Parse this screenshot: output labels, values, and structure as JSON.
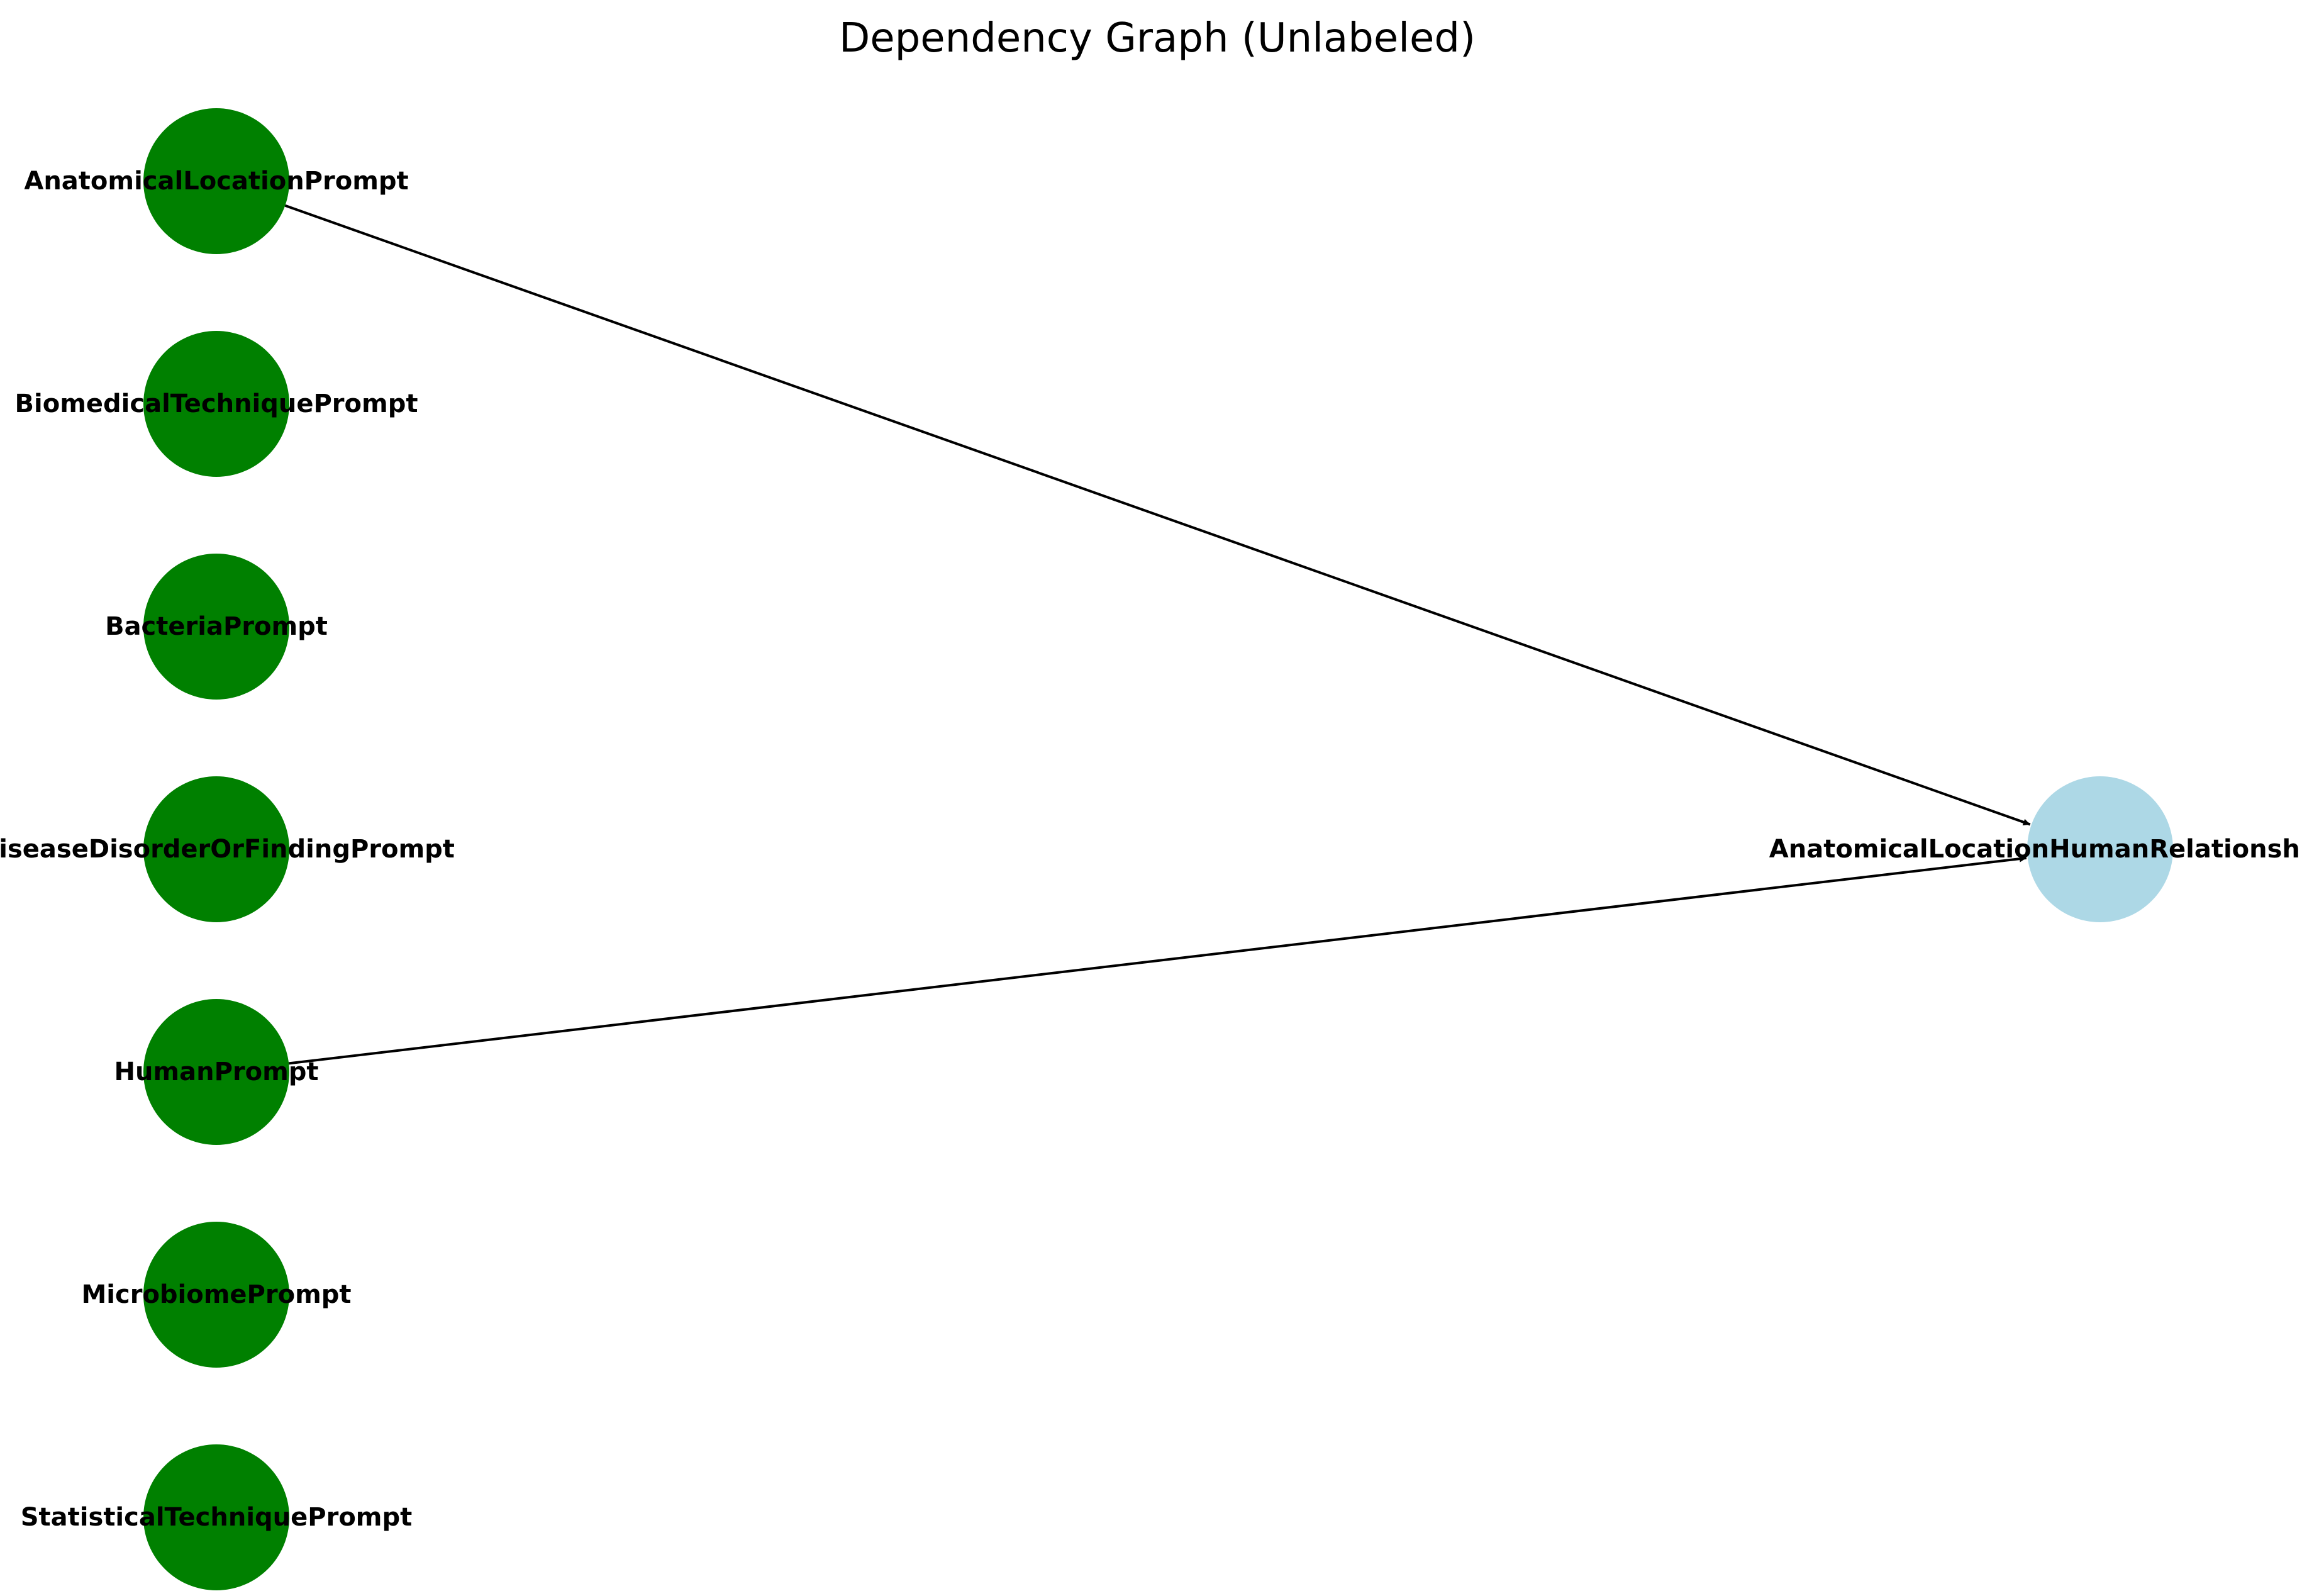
{
  "title": "Dependency Graph (Unlabeled)",
  "colors": {
    "source_node": "#008000",
    "target_node": "#add8e6",
    "edge": "#000000"
  },
  "nodes": [
    {
      "id": "anatomical-location",
      "label": "AnatomicalLocationPrompt",
      "role": "source"
    },
    {
      "id": "biomedical-technique",
      "label": "BiomedicalTechniquePrompt",
      "role": "source"
    },
    {
      "id": "bacteria",
      "label": "BacteriaPrompt",
      "role": "source"
    },
    {
      "id": "disease-disorder",
      "label": "DiseaseDisorderOrFindingPrompt",
      "role": "source"
    },
    {
      "id": "human",
      "label": "HumanPrompt",
      "role": "source"
    },
    {
      "id": "microbiome",
      "label": "MicrobiomePrompt",
      "role": "source"
    },
    {
      "id": "statistical-technique",
      "label": "StatisticalTechniquePrompt",
      "role": "source"
    },
    {
      "id": "anatomical-location-human-relationship",
      "label": "AnatomicalLocationHumanRelationshipPrompt",
      "role": "target"
    }
  ],
  "edges": [
    {
      "from": "anatomical-location",
      "to": "anatomical-location-human-relationship"
    },
    {
      "from": "human",
      "to": "anatomical-location-human-relationship"
    }
  ]
}
